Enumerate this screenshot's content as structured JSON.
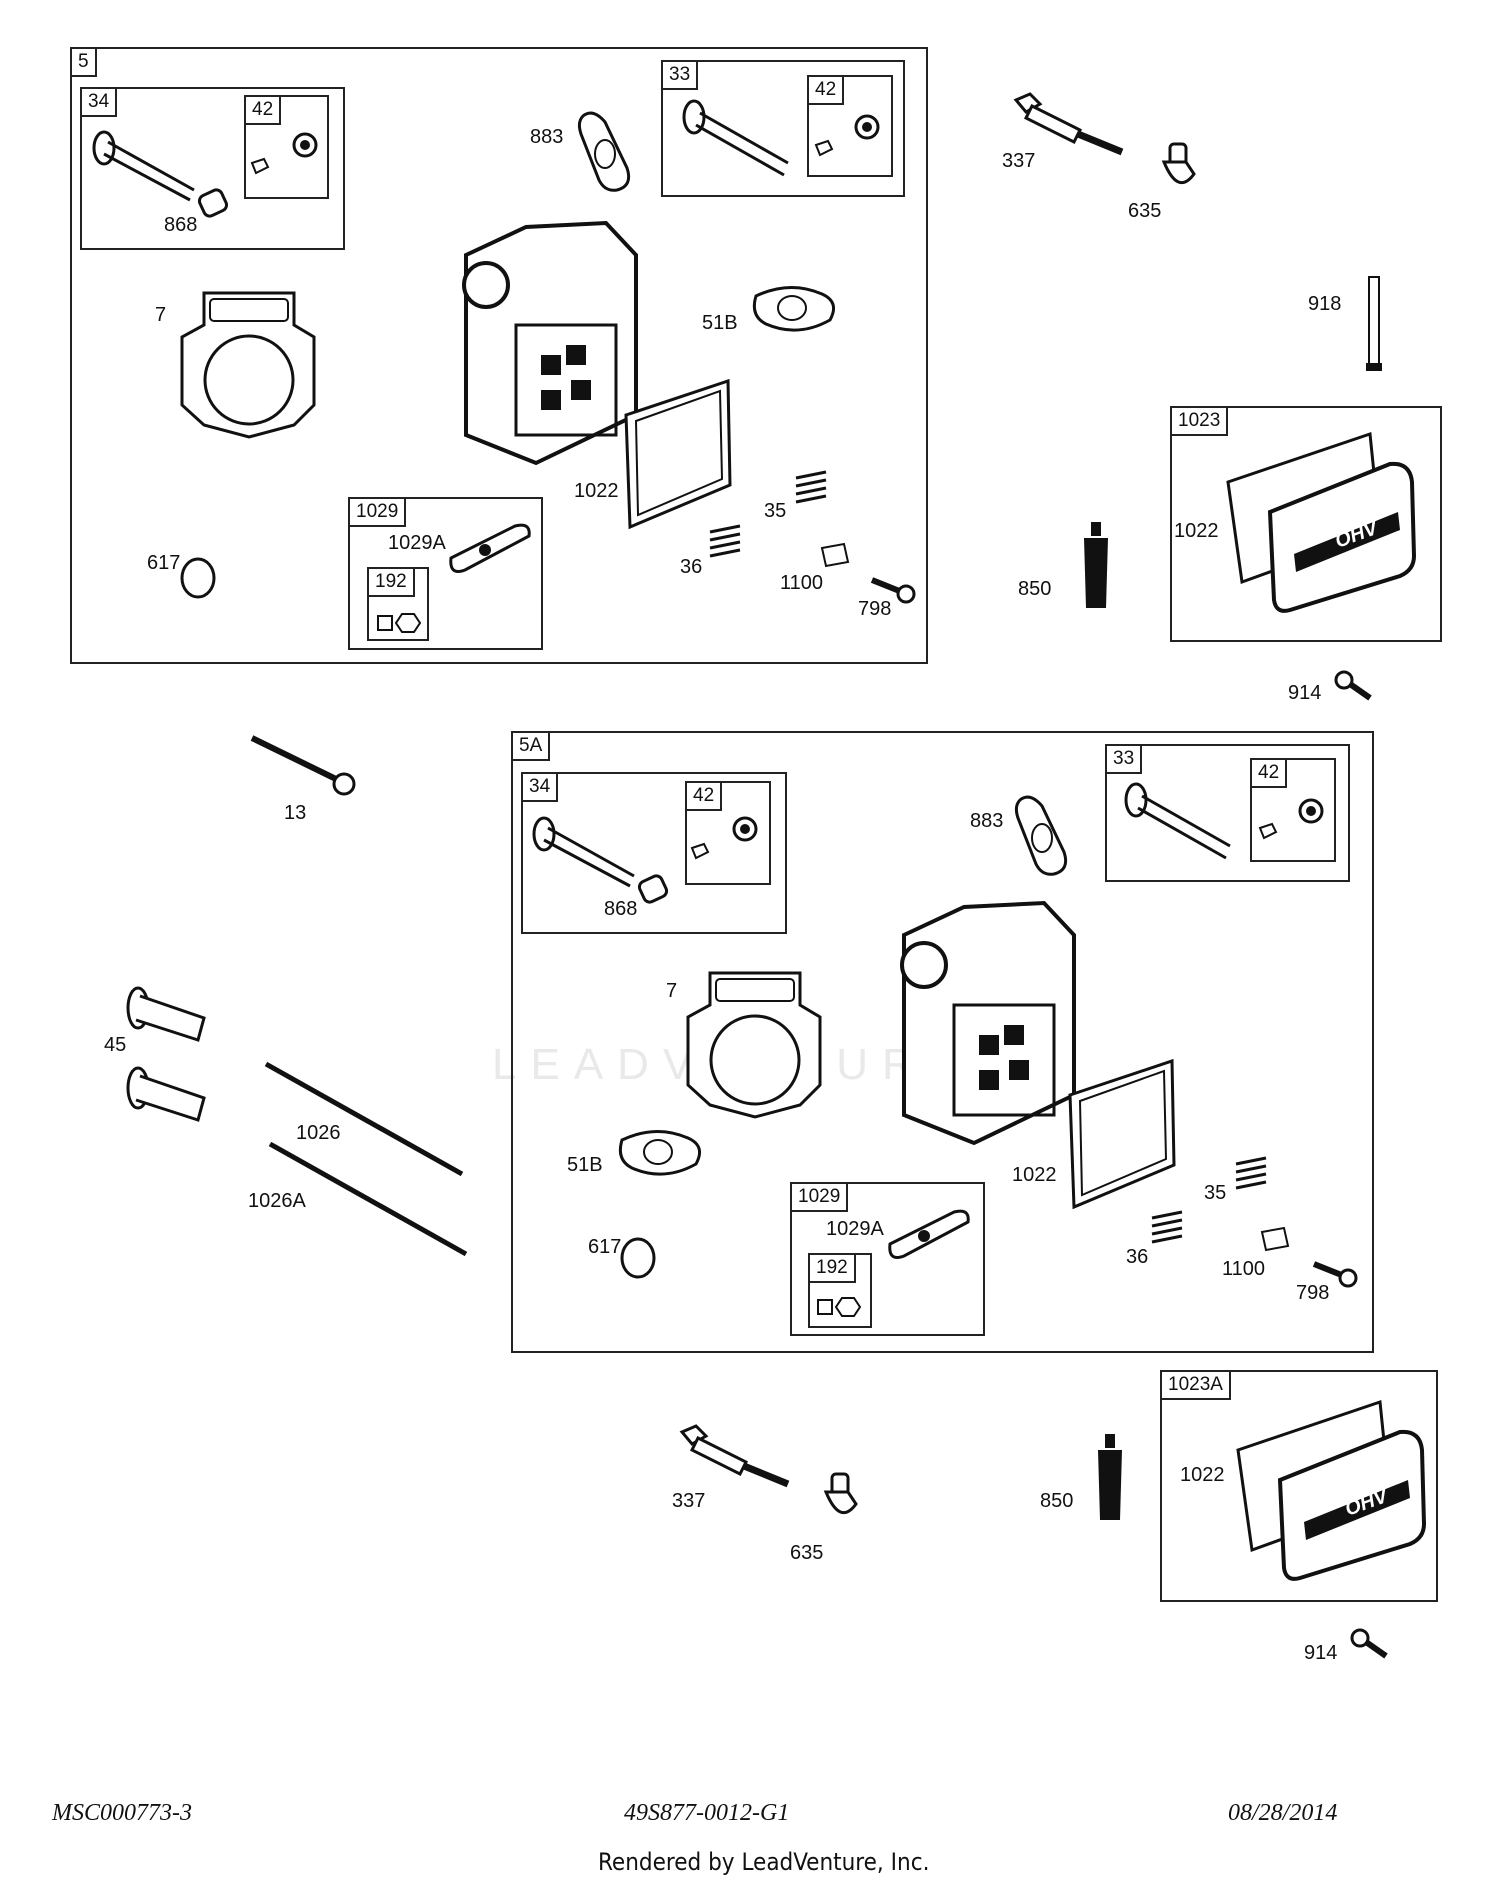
{
  "watermark": "LEADVENTURE",
  "groups": {
    "g5": "5",
    "g5_34": "34",
    "g5_42a": "42",
    "g5_33": "33",
    "g5_42b": "42",
    "g5_1029": "1029",
    "g5_192": "192",
    "g5a": "5A",
    "g5a_34": "34",
    "g5a_42a": "42",
    "g5a_33": "33",
    "g5a_42b": "42",
    "g5a_1029": "1029",
    "g5a_192": "192",
    "g1023": "1023",
    "g1023a": "1023A"
  },
  "labels": {
    "t868": "868",
    "t883": "883",
    "t7": "7",
    "t51b": "51B",
    "t1022": "1022",
    "t35": "35",
    "t36": "36",
    "t1100": "1100",
    "t798": "798",
    "t617": "617",
    "t1029a": "1029A",
    "t337": "337",
    "t635": "635",
    "t918": "918",
    "t1022r": "1022",
    "t850": "850",
    "t914": "914",
    "b13": "13",
    "b45": "45",
    "b1026": "1026",
    "b1026a": "1026A",
    "a868": "868",
    "a883": "883",
    "a7": "7",
    "a51b": "51B",
    "a1022": "1022",
    "a35": "35",
    "a36": "36",
    "a1100": "1100",
    "a798": "798",
    "a617": "617",
    "a1029a": "1029A",
    "c337": "337",
    "c635": "635",
    "c850": "850",
    "c1022": "1022",
    "c914": "914"
  },
  "footer": {
    "left": "MSC000773-3",
    "center": "49S877-0012-G1",
    "right": "08/28/2014",
    "credit": "Rendered by LeadVenture, Inc."
  },
  "logo_text": "OHV"
}
